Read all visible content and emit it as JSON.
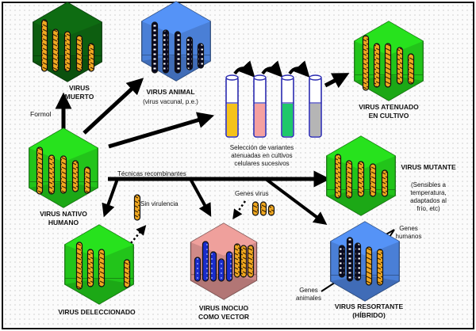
{
  "title": "Tipos de vacunas víricas a partir de un virus nativo",
  "colors": {
    "green": "#22c41a",
    "dark_green": "#0d5e10",
    "blue": "#4a7fd6",
    "pink": "#cf8a88",
    "gene_orange": "#f0a820",
    "gene_blue": "#1a2ccc",
    "arrow": "#000000"
  },
  "nodes": {
    "virus_muerto": {
      "label_1": "VIRUS",
      "label_2": "MUERTO"
    },
    "virus_animal": {
      "label_1": "VIRUS ANIMAL",
      "label_2": "(virus vacunal, p.e.)"
    },
    "virus_atenuado": {
      "label_1": "VIRUS ATENUADO",
      "label_2": "EN CULTIVO"
    },
    "virus_nativo": {
      "label_1": "VIRUS NATIVO",
      "label_2": "HUMANO"
    },
    "virus_mutante": {
      "label_1": "VIRUS MUTANTE",
      "note": [
        "(Sensibles a",
        "temperatura,",
        "adaptados al",
        "frío, etc)"
      ]
    },
    "virus_deleccionado": {
      "label_1": "VIRUS DELECCIONADO"
    },
    "virus_inocuo": {
      "label_1": "VIRUS INOCUO",
      "label_2": "COMO VECTOR"
    },
    "virus_resortante": {
      "label_1": "VIRUS RESORTANTE",
      "label_2": "(HÍBRIDO)"
    }
  },
  "annotations": {
    "formol": "Formol",
    "seleccion": [
      "Selección de variantes",
      "atenuadas en cultivos",
      "celulares sucesivos"
    ],
    "tecnicas": "Técnicas recombinantes",
    "sin_virulencia": "Sin virulencia",
    "genes_virus": "Genes virus",
    "genes_humanos": [
      "Genes",
      "humanos"
    ],
    "genes_animales": [
      "Genes",
      "animales"
    ]
  },
  "tubes": [
    {
      "liquid": "#f5c21a"
    },
    {
      "liquid": "#f4a0a0"
    },
    {
      "liquid": "#1fc86a"
    },
    {
      "liquid": "#b5b5b5"
    }
  ]
}
